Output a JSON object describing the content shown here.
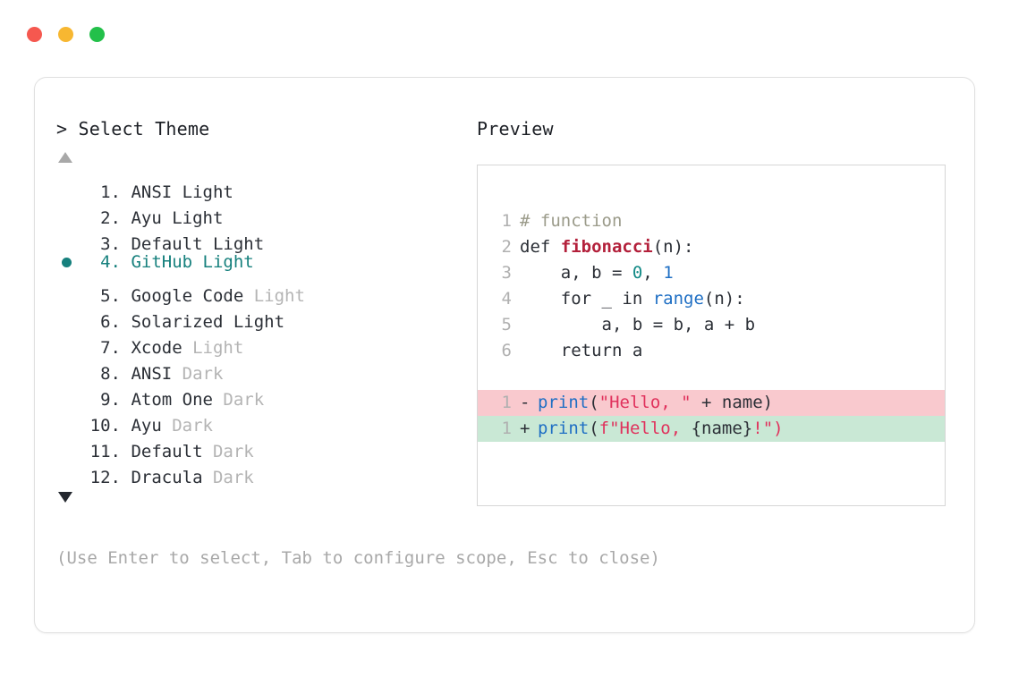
{
  "window": {
    "dots": [
      {
        "name": "close-dot",
        "color": "#f5584f"
      },
      {
        "name": "minimize-dot",
        "color": "#f7b731"
      },
      {
        "name": "maximize-dot",
        "color": "#23c04a"
      }
    ]
  },
  "left_panel": {
    "heading": "> Select Theme",
    "scroll_up_icon": "triangle-up-icon",
    "scroll_down_icon": "triangle-down-icon",
    "selected_index": 4,
    "themes": [
      {
        "index": " 1.",
        "name": "ANSI",
        "variant": " Light",
        "variant_muted": false
      },
      {
        "index": " 2.",
        "name": "Ayu",
        "variant": " Light",
        "variant_muted": false
      },
      {
        "index": " 3.",
        "name": "Default",
        "variant": " Light",
        "variant_muted": false
      },
      {
        "index": " 4.",
        "name": "GitHub",
        "variant": " Light",
        "variant_muted": false
      },
      {
        "index": " 5.",
        "name": "Google Code",
        "variant": " Light",
        "variant_muted": true
      },
      {
        "index": " 6.",
        "name": "Solarized",
        "variant": " Light",
        "variant_muted": false
      },
      {
        "index": " 7.",
        "name": "Xcode",
        "variant": " Light",
        "variant_muted": true
      },
      {
        "index": " 8.",
        "name": "ANSI",
        "variant": " Dark",
        "variant_muted": true
      },
      {
        "index": " 9.",
        "name": "Atom One",
        "variant": " Dark",
        "variant_muted": true
      },
      {
        "index": "10.",
        "name": "Ayu",
        "variant": " Dark",
        "variant_muted": true
      },
      {
        "index": "11.",
        "name": "Default",
        "variant": " Dark",
        "variant_muted": true
      },
      {
        "index": "12.",
        "name": "Dracula",
        "variant": " Dark",
        "variant_muted": true
      }
    ],
    "hint": "(Use Enter to select, Tab to configure scope, Esc to close)"
  },
  "right_panel": {
    "heading": "Preview",
    "code": {
      "line1": {
        "num": "1",
        "comment": "# function"
      },
      "line2": {
        "num": "2",
        "kw": "def ",
        "fn": "fibonacci",
        "rest": "(n):"
      },
      "line3": {
        "num": "3",
        "pre": "    a, b = ",
        "num_a": "0",
        "mid": ", ",
        "num_b": "1"
      },
      "line4": {
        "num": "4",
        "pre": "    for _ in ",
        "fn": "range",
        "rest": "(n):"
      },
      "line5": {
        "num": "5",
        "text": "        a, b = b, a + b"
      },
      "line6": {
        "num": "6",
        "text": "    return a"
      }
    },
    "diff": {
      "removed": {
        "num": "1",
        "sign": "-",
        "fn": "print",
        "paren_open": "(",
        "str": "\"Hello, \"",
        "tail": " + name)"
      },
      "added": {
        "num": "1",
        "sign": "+",
        "fn": "print",
        "paren_open": "(",
        "str": "f\"Hello, ",
        "mid": "{name}",
        "tail": "!\")"
      }
    }
  },
  "colors": {
    "accent_teal": "#16807d",
    "diff_removed_bg": "#f9c9ce",
    "diff_added_bg": "#c9e8d5",
    "string": "#e0315c",
    "function": "#1f6fc4",
    "definition": "#b3203b",
    "comment": "#9b9b8a",
    "muted": "#b4b4b4"
  }
}
